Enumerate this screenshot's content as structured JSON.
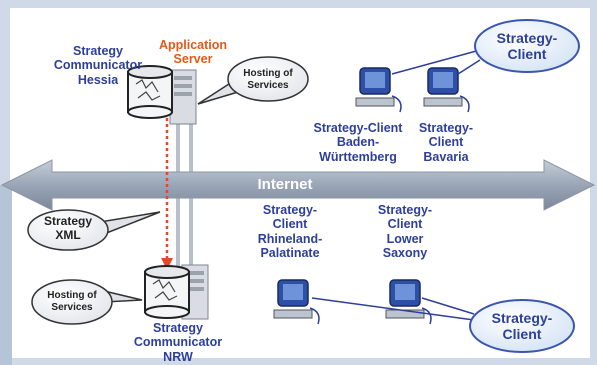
{
  "title": "",
  "nodes": {
    "hessia": "Strategy\nCommunicator\nHessia",
    "app_server": "Application\nServer",
    "client_bw": "Strategy-Client\nBaden-\nWürttemberg",
    "client_bavaria": "Strategy-\nClient\nBavaria",
    "client_rhineland": "Strategy-\nClient\nRhineland-\nPalatinate",
    "client_lower_saxony": "Strategy-\nClient\nLower\nSaxony",
    "nrw": "Strategy\nCommunicator\nNRW"
  },
  "callouts": {
    "hosting_top": "Hosting of\nServices",
    "hosting_bottom": "Hosting of\nServices",
    "strategy_client_top": "Strategy-\nClient",
    "strategy_client_bottom": "Strategy-\nClient",
    "strategy_xml": "Strategy\nXML"
  },
  "network": "Internet",
  "colors": {
    "background": "#cfd9e8",
    "panel": "#ffffff",
    "label_blue": "#2d3f9a",
    "label_red": "#e05a1a",
    "arrow": "#9aa6b6",
    "dotted_link": "#e0492b",
    "bubble_fill": "#cfe0f3"
  }
}
